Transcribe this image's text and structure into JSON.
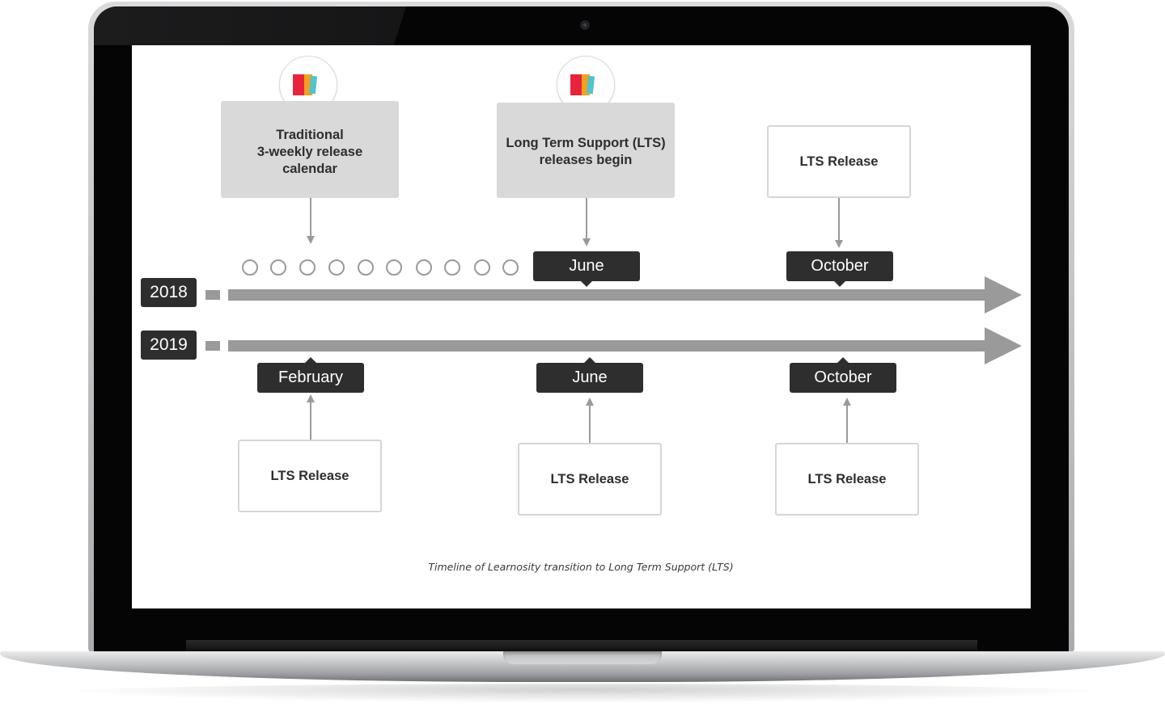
{
  "timeline": {
    "caption": "Timeline of Learnosity transition to Long Term Support (LTS)",
    "top_boxes": {
      "traditional": "Traditional\n3-weekly release\ncalendar",
      "lts_begin": "Long Term Support (LTS)\nreleases begin",
      "lts_release_2018": "LTS Release"
    },
    "year_2018": {
      "label": "2018",
      "months": [
        "June",
        "October"
      ],
      "weekly_release_count": 10
    },
    "year_2019": {
      "label": "2019",
      "months": [
        "February",
        "June",
        "October"
      ],
      "releases": [
        "LTS Release",
        "LTS Release",
        "LTS Release"
      ]
    },
    "colors": {
      "line": "#9a9a9a",
      "label_bg": "#2e2e2e",
      "box_grey": "#d9d9d9",
      "logo_red": "#e8243c",
      "logo_orange": "#f4a11c",
      "logo_yellow": "#f8d12a",
      "logo_teal": "#55c3c9"
    },
    "icons": [
      "learnosity-logo-icon"
    ]
  }
}
